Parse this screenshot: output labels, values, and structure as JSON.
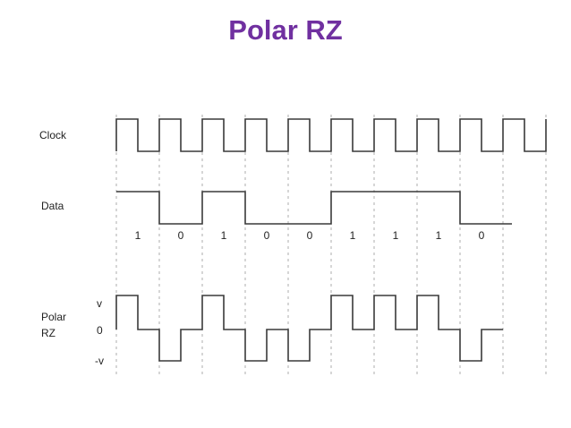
{
  "title": "Polar RZ",
  "labels": {
    "clock": "Clock",
    "data": "Data",
    "polar_line1": "Polar",
    "polar_line2": "RZ"
  },
  "levels": {
    "positive": "v",
    "zero": "0",
    "negative": "-v"
  },
  "bits": [
    "1",
    "0",
    "1",
    "0",
    "0",
    "1",
    "1",
    "1",
    "0"
  ],
  "data_levels": [
    1,
    0,
    1,
    0,
    0,
    1,
    1,
    1,
    0
  ],
  "clock_periods": 10
}
